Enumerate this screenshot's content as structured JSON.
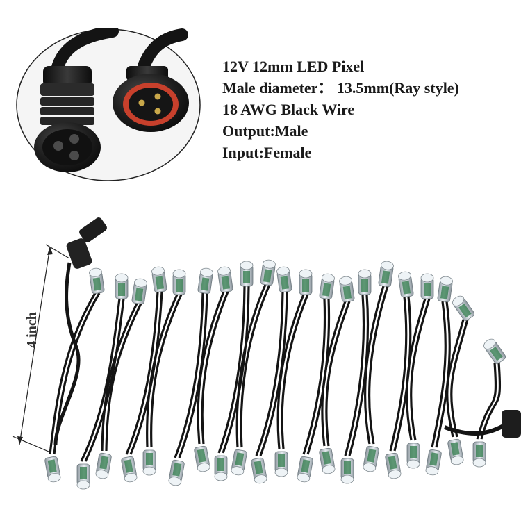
{
  "specs": {
    "line1": "12V 12mm LED Pixel",
    "line2": "Male diameter： 13.5mm(Ray style)",
    "line3": "18 AWG Black Wire",
    "line4": "Output:Male",
    "line5": "Input:Female"
  },
  "dimension": {
    "label": "4 inch"
  },
  "colors": {
    "background": "#ffffff",
    "wire": "#141414",
    "connector": "#1d1d1d",
    "seal_ring": "#d2452f",
    "pcb_green": "#2f7a4a",
    "led_shell": "#cfd8de"
  }
}
